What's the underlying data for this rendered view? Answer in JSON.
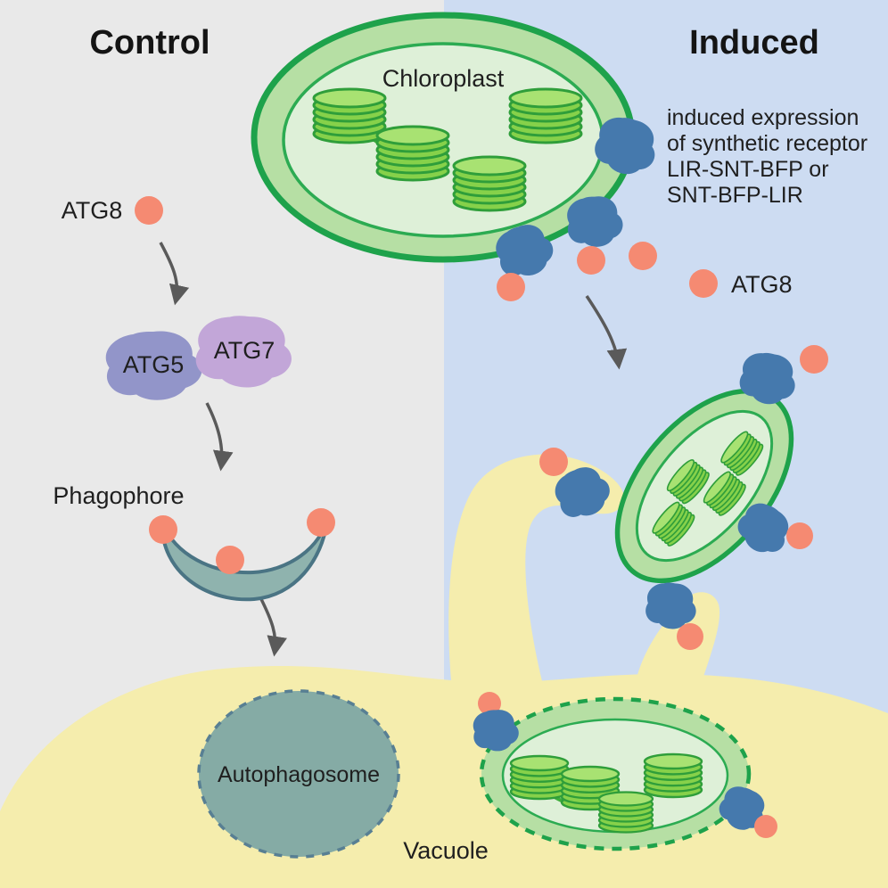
{
  "titles": {
    "control": "Control",
    "induced": "Induced"
  },
  "labels": {
    "chloroplast": "Chloroplast",
    "atg8_left": "ATG8",
    "atg8_right": "ATG8",
    "atg5": "ATG5",
    "atg7": "ATG7",
    "phagophore": "Phagophore",
    "autophagosome": "Autophagosome",
    "vacuole": "Vacuole"
  },
  "induced_expression_lines": {
    "0": "induced expression",
    "1": "of synthetic receptor",
    "2": "LIR-SNT-BFP or",
    "3": "SNT-BFP-LIR"
  },
  "icons": {
    "atg8_protein": "salmon-circle-icon",
    "synthetic_receptor": "blue-blob-icon",
    "thylakoid_stack": "green-stack-icon",
    "arrow": "curved-arrow-icon"
  },
  "colors": {
    "background_left": "#e9e9e9",
    "background_right": "#cddcf2",
    "vacuole_yellow": "#f5edad",
    "chloroplast_border": "#1ea24b",
    "chloroplast_stroma_band": "#b6dfa4",
    "chloroplast_inner": "#def0d8",
    "thylakoid_green": "#86d14a",
    "receptor_blue": "#4579ad",
    "atg8_salmon": "#f58a72",
    "atg5_purple": "#9295c9",
    "atg7_purple": "#c2a6d8",
    "phagophore_teal": "#8fb3ae",
    "autophagosome_teal": "#85aba5",
    "arrow_gray": "#5a5a5a"
  }
}
